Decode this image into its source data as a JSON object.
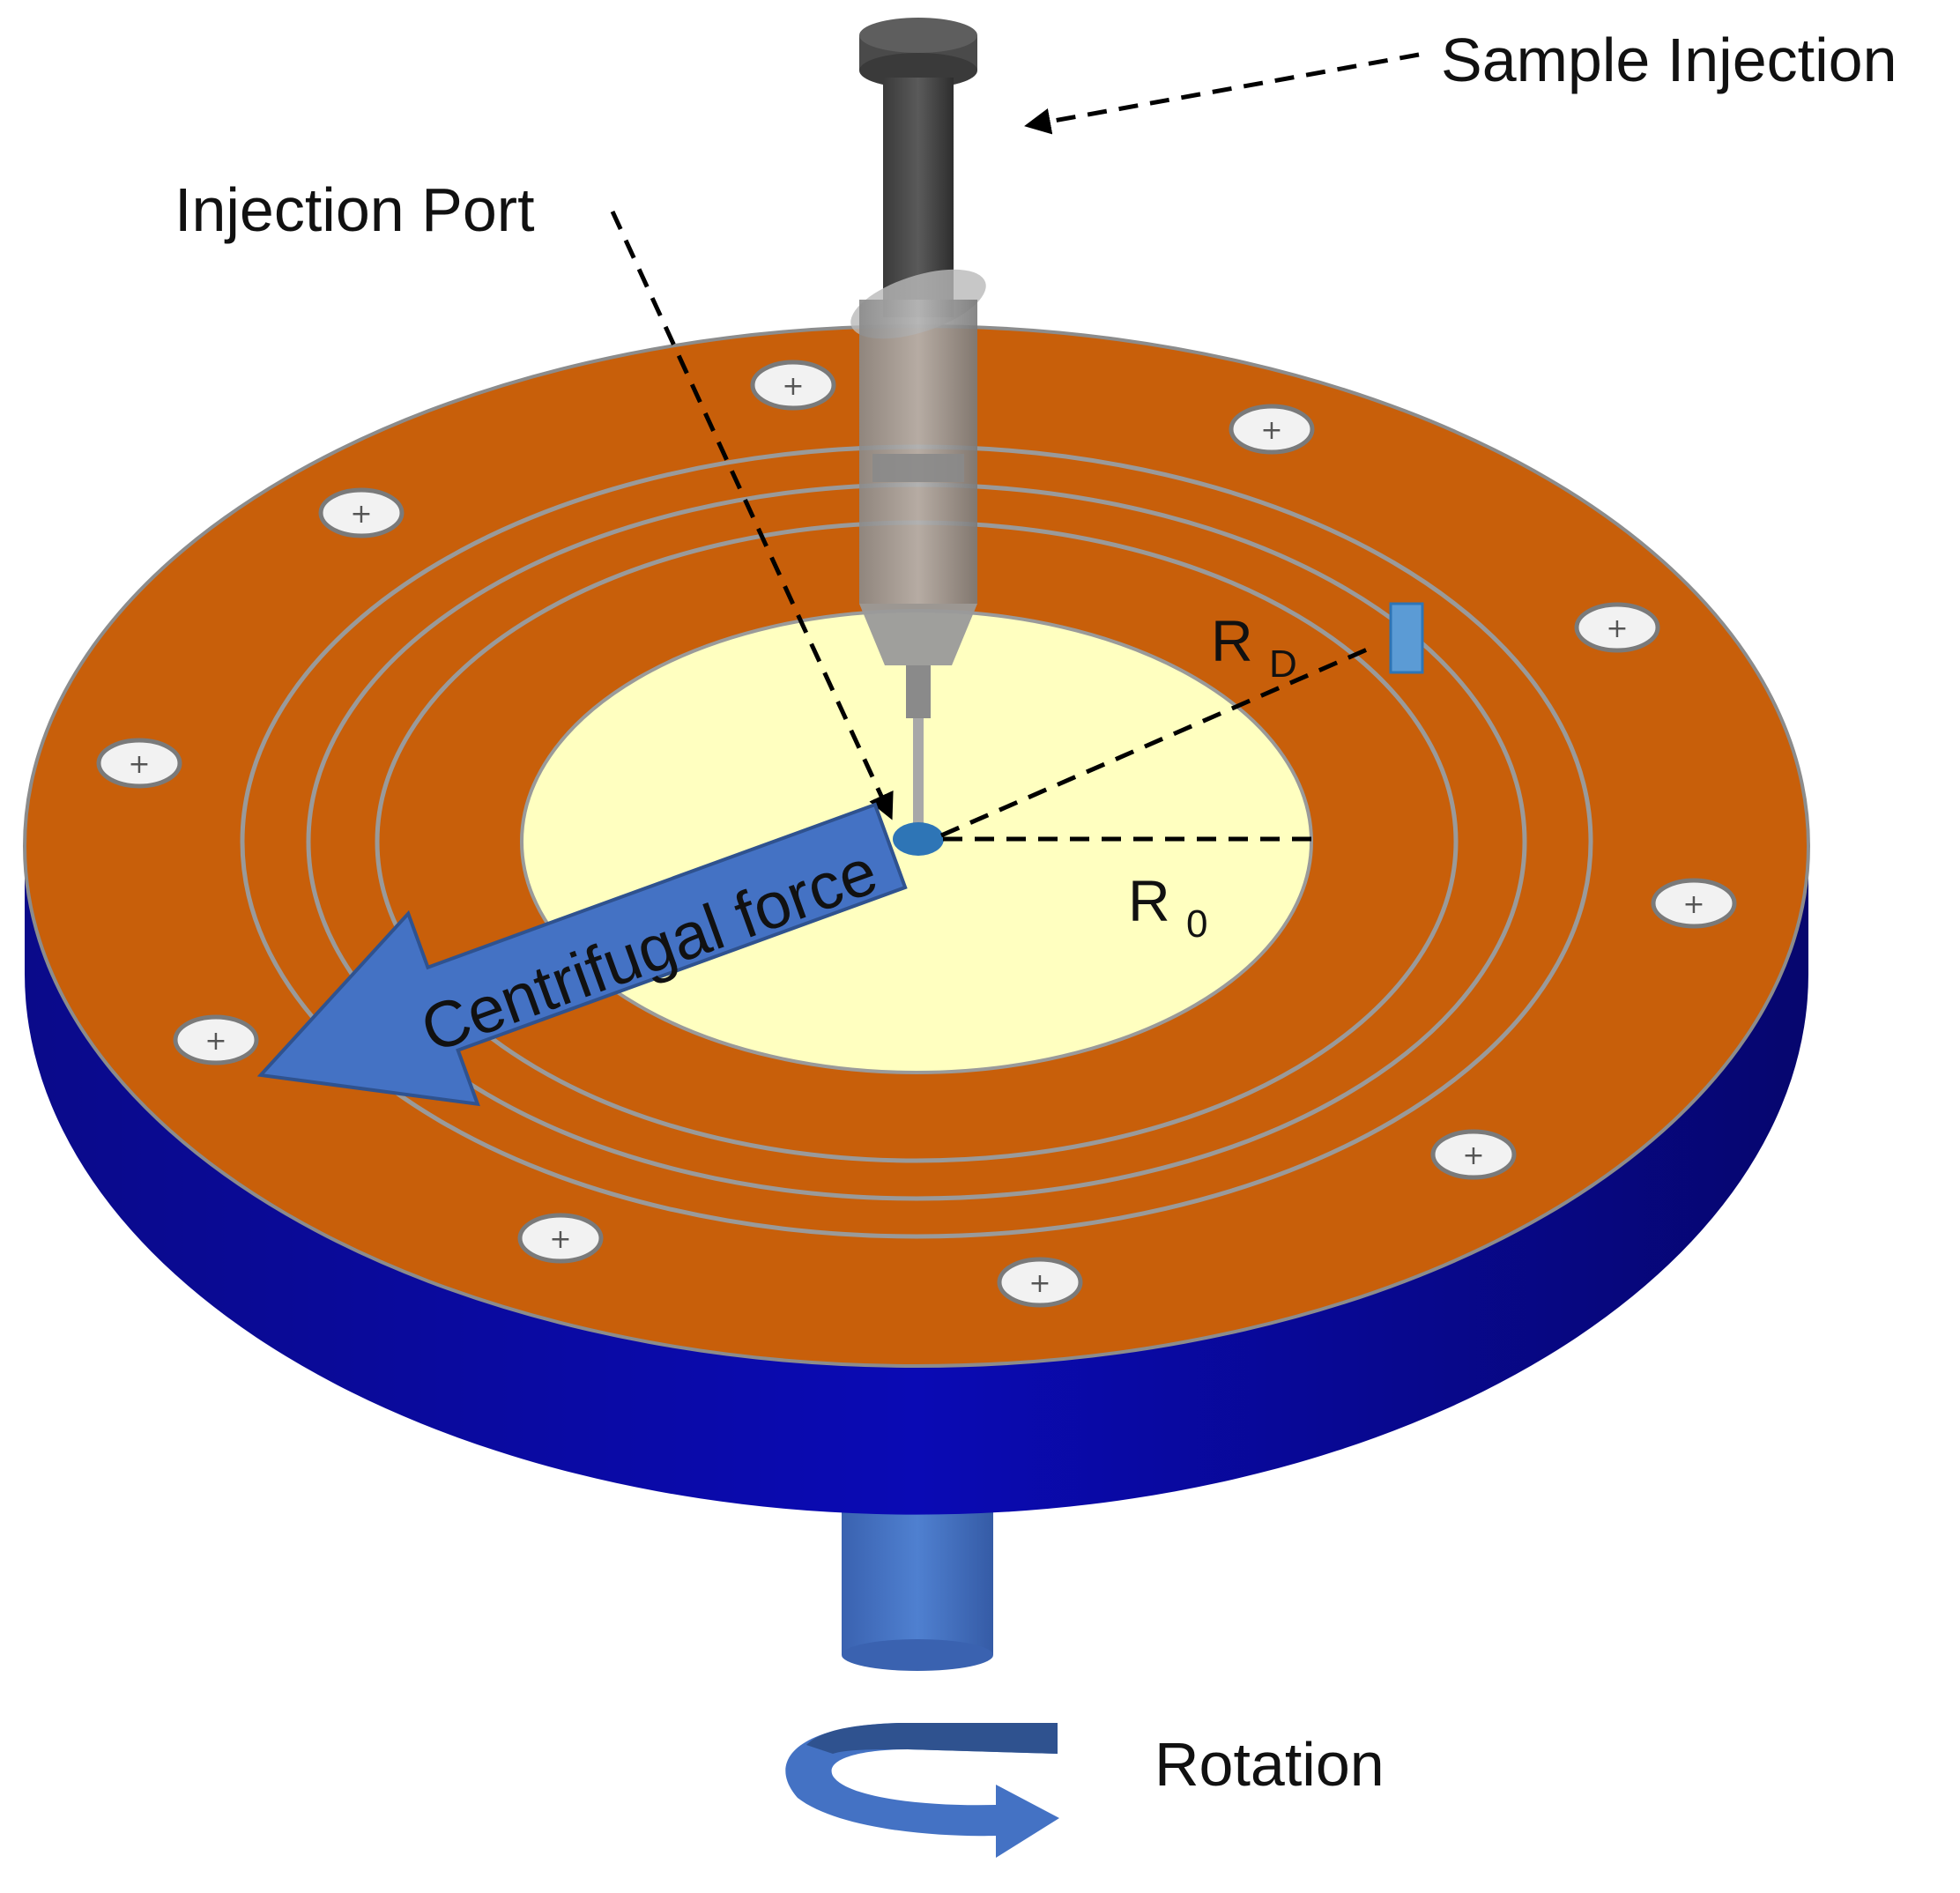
{
  "labels": {
    "sample_injection": "Sample Injection",
    "injection_port": "Injection Port",
    "radius_detector_main": "R",
    "radius_detector_sub": "D",
    "radius_origin_main": "R",
    "radius_origin_sub": "0",
    "centrifugal_force": "Centrifugal force",
    "rotation": "Rotation"
  },
  "colors": {
    "disk_top": "#c85f0a",
    "disk_side": "#0a0a9a",
    "inner_region": "#ffffc0",
    "arrow_fill": "#4472c4",
    "detector": "#5b9bd5",
    "shaft": "#4472c4",
    "syringe_plunger": "#4a4a4a"
  },
  "icons": {
    "screw": "screw-icon",
    "rotation_arrow": "rotation-arrow-icon",
    "force_arrow": "centrifugal-force-arrow"
  }
}
